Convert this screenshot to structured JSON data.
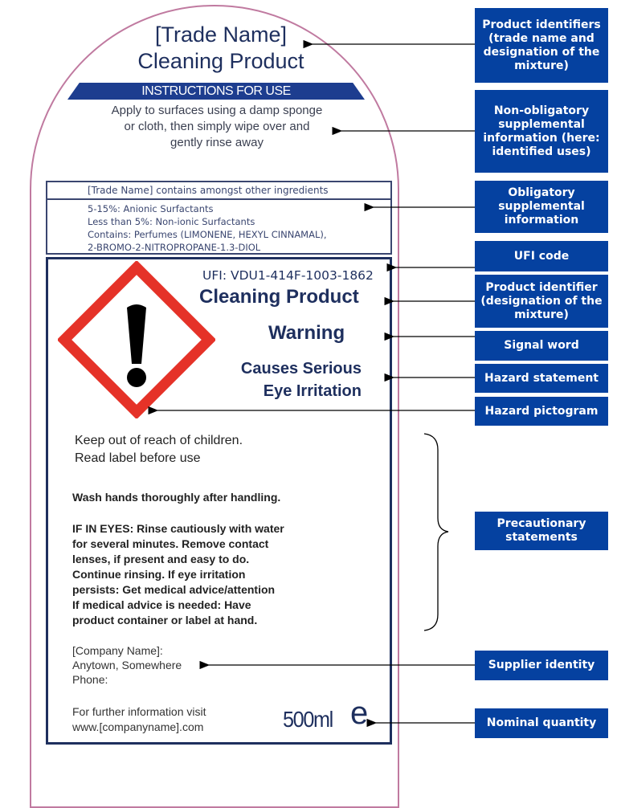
{
  "label": {
    "trade_name": "[Trade Name]",
    "product_name": "Cleaning Product",
    "instructions_heading": "INSTRUCTIONS FOR USE",
    "instructions": [
      "Apply to surfaces using a damp sponge",
      "or cloth, then simply wipe over and",
      "gently rinse away"
    ],
    "ingredients_heading": "[Trade Name] contains amongst other ingredients",
    "ingredients": [
      "5-15%: Anionic Surfactants",
      "Less than 5%: Non-ionic Surfactants",
      "Contains: Perfumes (LIMONENE, HEXYL CINNAMAL),",
      "2-BROMO-2-NITROPROPANE-1.3-DIOL"
    ],
    "ufi": "UFI: VDU1-414F-1003-1862",
    "product_identifier": "Cleaning Product",
    "signal_word": "Warning",
    "hazard_statement": [
      "Causes Serious",
      "Eye Irritation"
    ],
    "general_statements": [
      "Keep out of reach of children.",
      "Read label before use"
    ],
    "precaution_1": "Wash hands thoroughly after handling.",
    "precaution_2": [
      "IF IN EYES: Rinse cautiously with water",
      "for several minutes. Remove contact",
      "lenses, if present and easy to do.",
      "Continue rinsing. If eye irritation",
      "persists: Get medical advice/attention",
      "If medical advice is needed: Have",
      "product container or label at hand."
    ],
    "supplier": [
      "[Company Name]:",
      "Anytown, Somewhere",
      "Phone:"
    ],
    "further_info": [
      "For further information visit",
      "www.[companyname].com"
    ],
    "quantity": "500ml",
    "estimated_sign": "e"
  },
  "annotations": [
    "Product identifiers (trade name and designation of the mixture)",
    "Non-obligatory supplemental information (here: identified uses)",
    "Obligatory supplemental information",
    "UFI code",
    "Product identifier (designation of the mixture)",
    "Signal word",
    "Hazard statement",
    "Hazard pictogram",
    "Precautionary statements",
    "Supplier identity",
    "Nominal quantity"
  ],
  "colors": {
    "annotation_box": "#0541a0",
    "label_text": "#1e2f5e",
    "pictogram_border": "#e53228",
    "bottle_outline": "#c07aa0"
  }
}
